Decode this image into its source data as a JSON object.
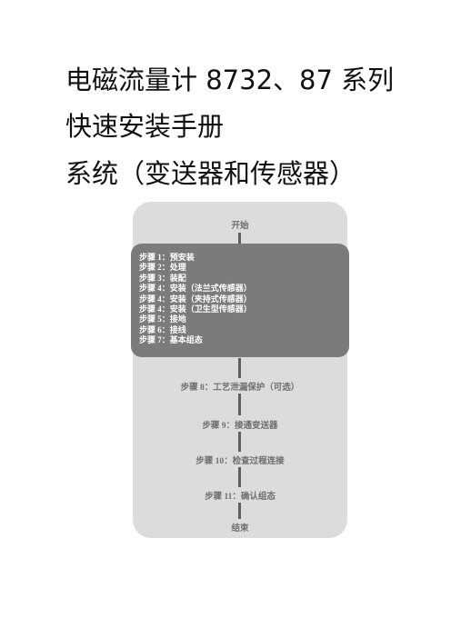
{
  "title": {
    "line1": "电磁流量计 8732、87 系列",
    "line2": "快速安装手册",
    "line3": "系统（变送器和传感器）"
  },
  "flowchart": {
    "start": "开始",
    "steps": [
      "步骤 1：预安装",
      "步骤 2：处理",
      "步骤 3：装配",
      "步骤 4：安装（法兰式传感器）",
      "步骤 4：安装（夹持式传感器）",
      "步骤 4：安装（卫生型传感器）",
      "步骤 5：接地",
      "步骤 6：接线",
      "步骤 7：基本组态"
    ],
    "step8": "步骤 8：工艺泄漏保护（可选）",
    "step9": "步骤 9：接通变送器",
    "step10": "步骤 10：检查过程连接",
    "step11": "步骤 11：确认组态",
    "end": "结束"
  }
}
